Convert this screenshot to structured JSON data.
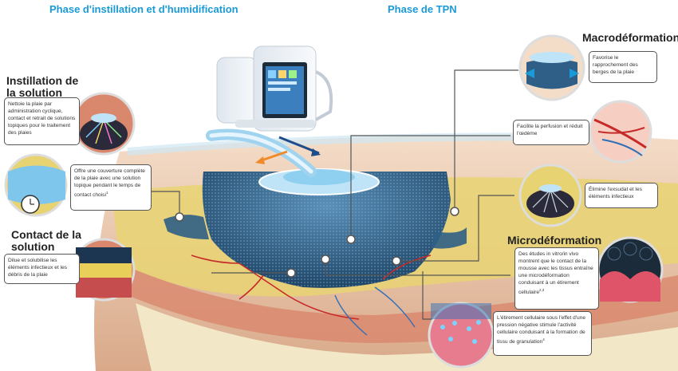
{
  "phases": {
    "left": "Phase d'instillation et d'humidification",
    "right": "Phase de TPN"
  },
  "sections": {
    "instillation_title": "Instillation de la solution",
    "instillation_line1": "Instillation de",
    "instillation_line2": "la solution",
    "contact_line1": "Contact de la",
    "contact_line2": "solution",
    "macro": "Macrodéformation",
    "micro": "Microdéformation"
  },
  "boxes": {
    "clean": "Nettoie la plaie par administration cyclique, contact et retrait de solutions topiques pour le traitement des plaies",
    "cover": "Offre une couverture complète de la plaie avec une solution topique pendant le temps de contact choisi",
    "cover_sup": "1",
    "dilute": "Dilue et solubilise les éléments infectieux et les débris de la plaie",
    "macro_text": "Favorise le rapprochement des berges de la plaie",
    "perfusion": "Facilite la perfusion et réduit l'œdème",
    "exudate": "Élimine l'exsudat et les éléments infectieux",
    "micro_text": "Des études in vitro/in vivo montrent que le contact de la mousse avec les tissus entraîne une microdéformation conduisant à un étirement cellulaire",
    "micro_sup": "2,3",
    "stretch": "L'étirement cellulaire sous l'effet d'une pression négative stimule l'activité cellulaire conduisant à la formation de tissu de granulation",
    "stretch_sup": "4"
  },
  "colors": {
    "accent": "#1a9ad6",
    "skin": "#e9c6a8",
    "fat": "#e7d372",
    "foam": "#2f5f86",
    "blood": "#c62a2a"
  },
  "icons": [
    "vac-device-icon",
    "tube-icon",
    "foam-icon",
    "dressing-icon"
  ]
}
